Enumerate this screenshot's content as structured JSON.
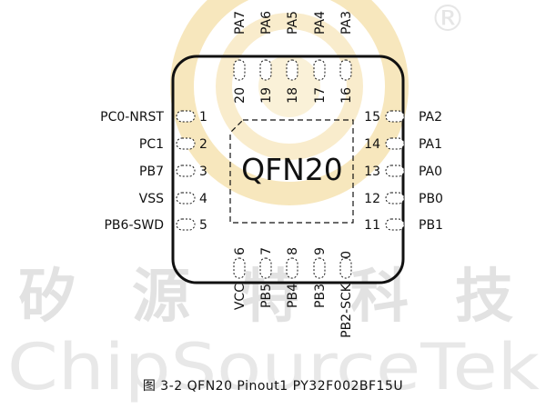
{
  "package_name": "QFN20",
  "caption": "图 3-2 QFN20 Pinout1 PY32F002BF15U",
  "watermark": {
    "chinese": [
      "矽",
      "源",
      "特",
      "科",
      "技"
    ],
    "english": "ChipSourceTek",
    "registered_mark": "®"
  },
  "colors": {
    "ink": "#111111",
    "watermark_logo": "#f6e3b2",
    "watermark_text": "#e4e4e4"
  },
  "pins": {
    "left": [
      {
        "number": "1",
        "name": "PC0-NRST"
      },
      {
        "number": "2",
        "name": "PC1"
      },
      {
        "number": "3",
        "name": "PB7"
      },
      {
        "number": "4",
        "name": "VSS"
      },
      {
        "number": "5",
        "name": "PB6-SWD"
      }
    ],
    "bottom": [
      {
        "number": "6",
        "name": "VCC"
      },
      {
        "number": "7",
        "name": "PB5"
      },
      {
        "number": "8",
        "name": "PB4"
      },
      {
        "number": "9",
        "name": "PB3"
      },
      {
        "number": "10",
        "name": "PB2-SCK"
      }
    ],
    "right": [
      {
        "number": "11",
        "name": "PB1"
      },
      {
        "number": "12",
        "name": "PB0"
      },
      {
        "number": "13",
        "name": "PA0"
      },
      {
        "number": "14",
        "name": "PA1"
      },
      {
        "number": "15",
        "name": "PA2"
      }
    ],
    "top": [
      {
        "number": "16",
        "name": "PA3"
      },
      {
        "number": "17",
        "name": "PA4"
      },
      {
        "number": "18",
        "name": "PA5"
      },
      {
        "number": "19",
        "name": "PA6"
      },
      {
        "number": "20",
        "name": "PA7"
      }
    ]
  }
}
